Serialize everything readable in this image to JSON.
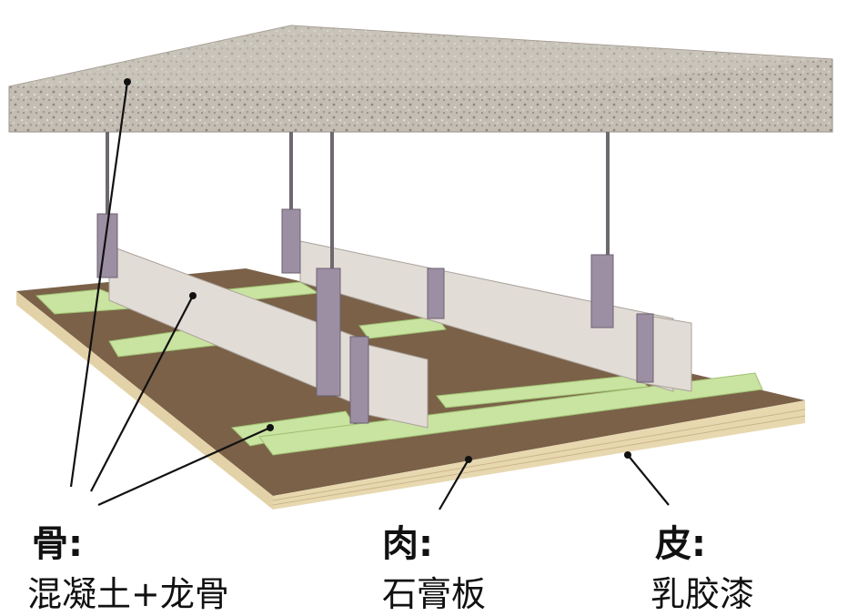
{
  "colors": {
    "slab": "#bfb8ae",
    "board_top": "#7a6148",
    "board_edge": "#e3d2a8",
    "channel": "#c9e3a0",
    "stud": "#e2dcd6",
    "metal": "#9c8fa3",
    "rod": "#6e6870"
  },
  "labels": [
    {
      "heading": "骨:",
      "subtitle": "混凝土+龙骨"
    },
    {
      "heading": "肉:",
      "subtitle": "石膏板"
    },
    {
      "heading": "皮:",
      "subtitle": "乳胶漆"
    }
  ]
}
